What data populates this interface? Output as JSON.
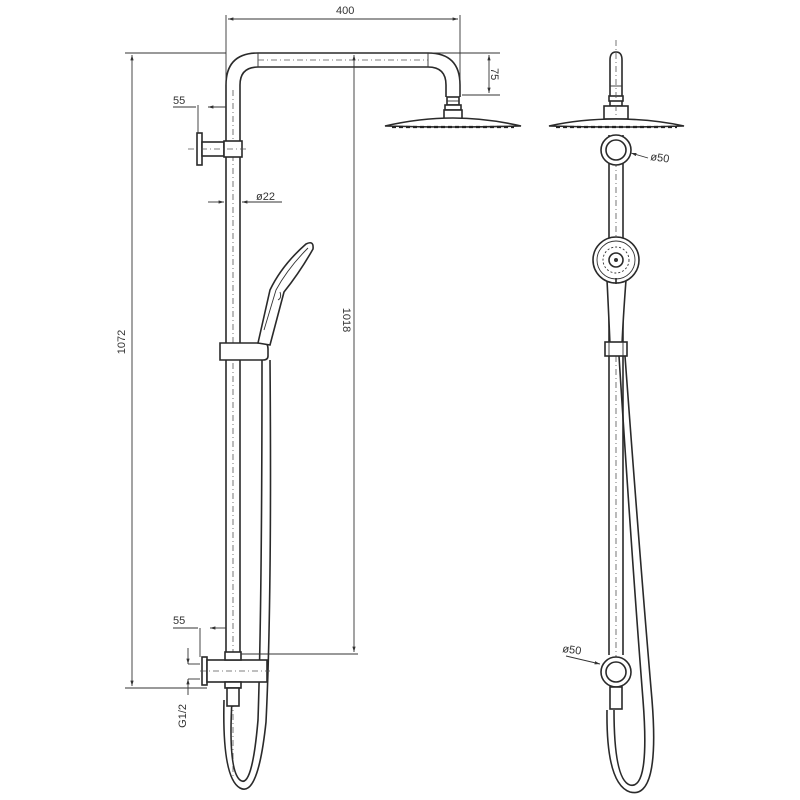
{
  "drawing": {
    "title": "Shower column technical drawing",
    "views": [
      "side-view",
      "front-view"
    ],
    "dimensions": {
      "arm_length": "400",
      "arm_drop": "75",
      "wall_offset_top": "55",
      "pipe_diameter": "ø22",
      "overall_height": "1072",
      "riser_height": "1018",
      "wall_offset_bottom": "55",
      "inlet_thread": "G1/2",
      "bracket_top_diameter": "ø50",
      "bracket_bottom_diameter": "ø50"
    },
    "colors": {
      "line": "#2a2a2a",
      "background": "#ffffff"
    }
  }
}
